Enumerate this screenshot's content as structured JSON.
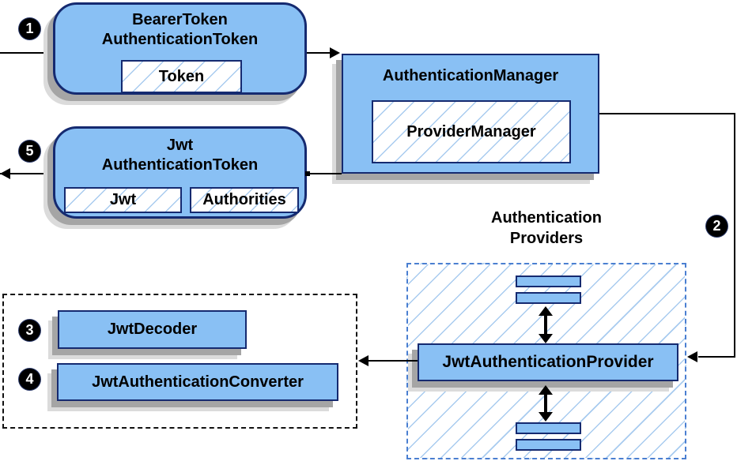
{
  "colors": {
    "box_fill": "#89c0f4",
    "box_border": "#152a70",
    "hatch_line": "#a8cbef",
    "dashed_border": "#4a7fd1",
    "shadow_dark": "#a5a5a5",
    "shadow_light": "#dbdbdb",
    "arrow": "#000000",
    "badge_bg": "#000000",
    "badge_fg": "#ffffff"
  },
  "steps": [
    "1",
    "2",
    "3",
    "4",
    "5"
  ],
  "nodes": {
    "bearer_token": {
      "title_line1": "BearerToken",
      "title_line2": "AuthenticationToken",
      "field": "Token"
    },
    "authentication_manager": {
      "title": "AuthenticationManager",
      "impl": "ProviderManager"
    },
    "jwt_authentication_token": {
      "title_line1": "Jwt",
      "title_line2": "AuthenticationToken",
      "fields": [
        "Jwt",
        "Authorities"
      ]
    },
    "providers_group": {
      "label_line1": "Authentication",
      "label_line2": "Providers",
      "provider": "JwtAuthenticationProvider"
    },
    "decoder_group": {
      "items": [
        "JwtDecoder",
        "JwtAuthenticationConverter"
      ]
    }
  }
}
